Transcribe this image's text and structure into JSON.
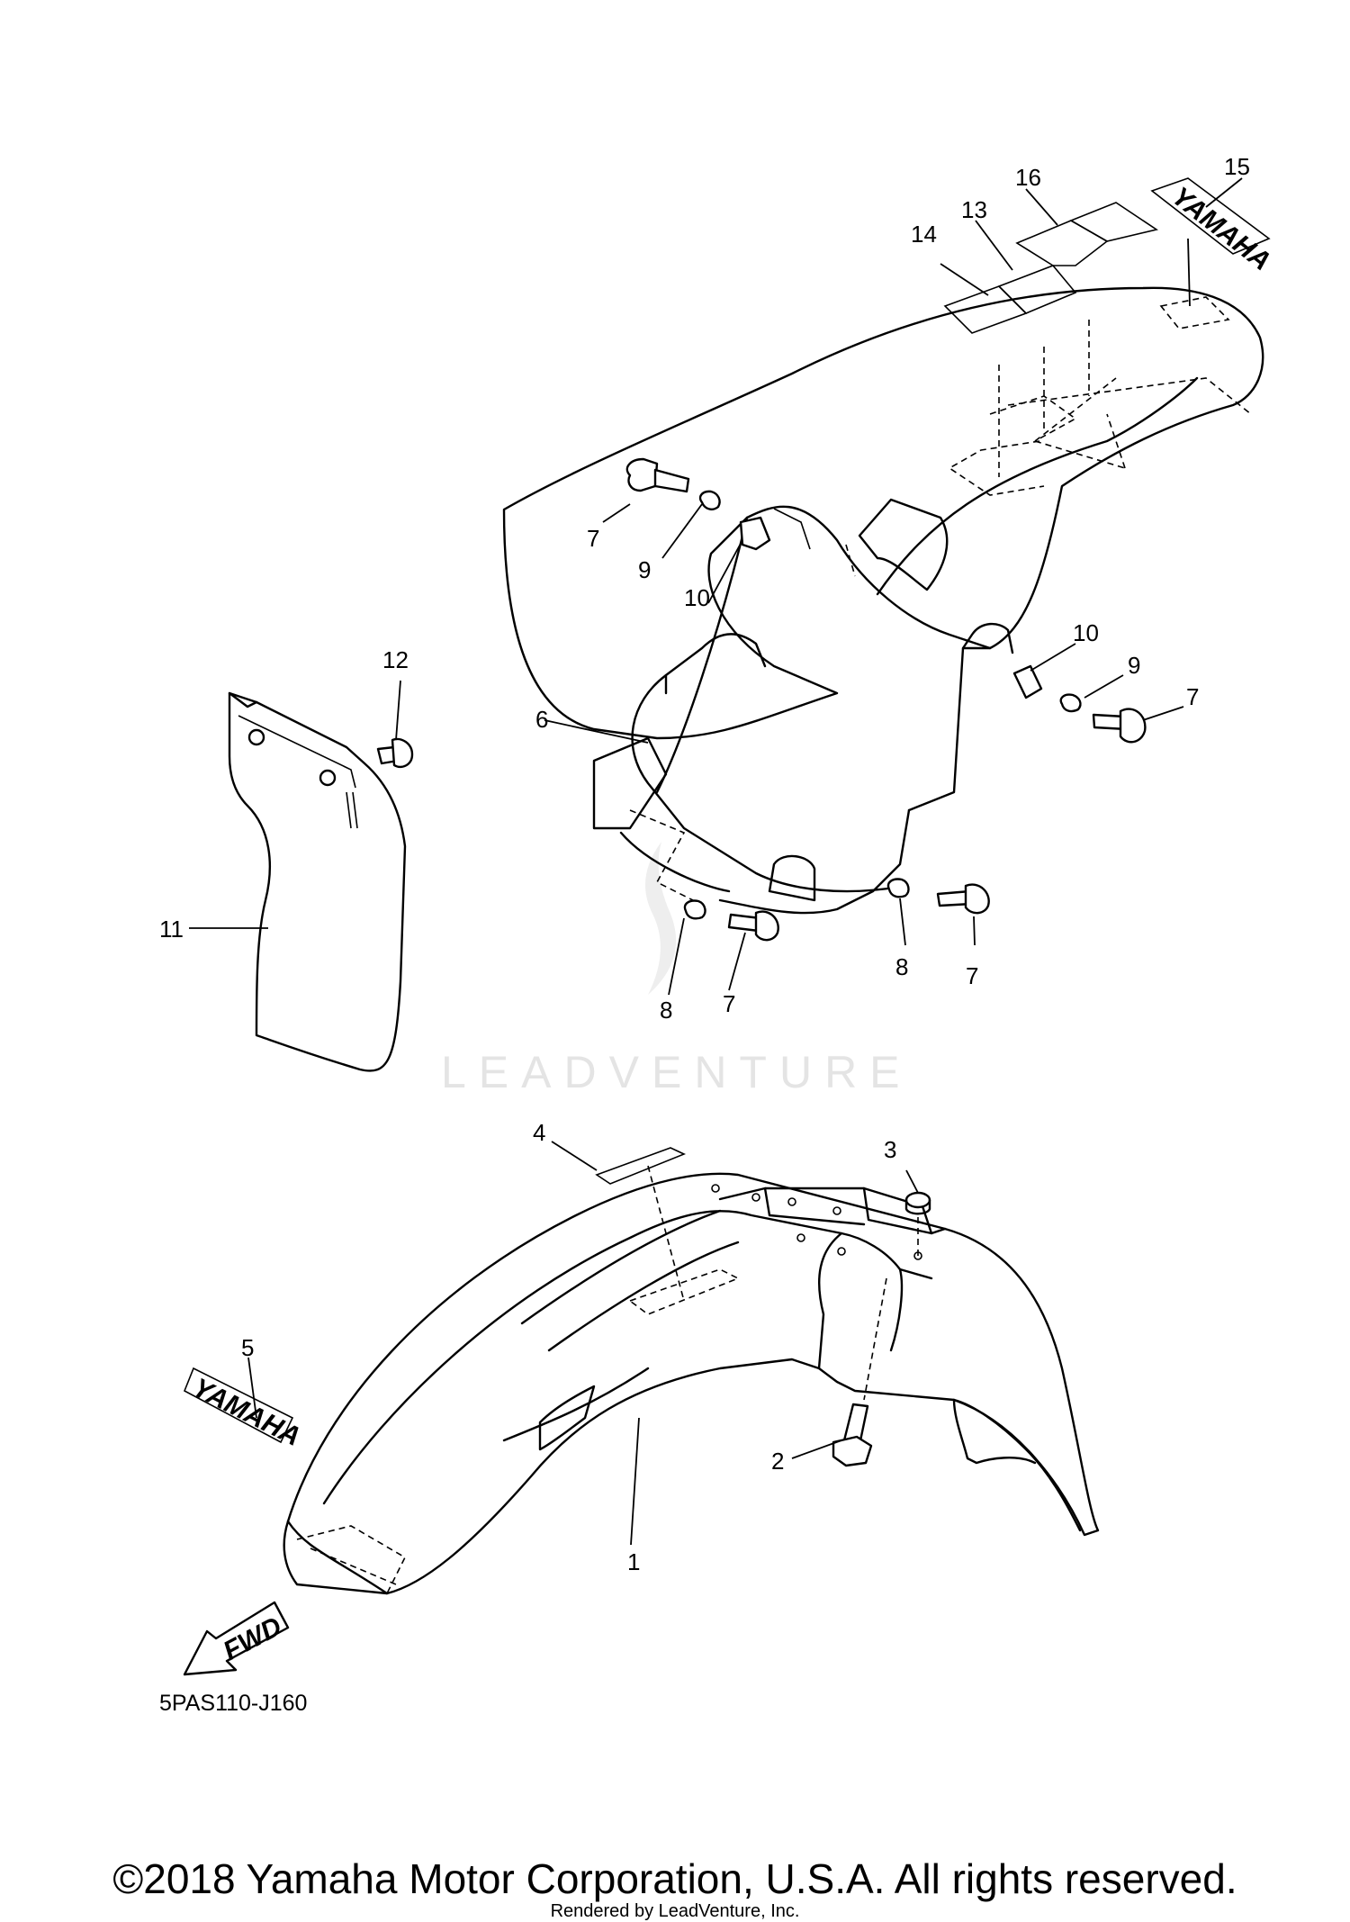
{
  "diagram": {
    "callouts": {
      "c1": "1",
      "c2": "2",
      "c3": "3",
      "c4": "4",
      "c5": "5",
      "c6": "6",
      "c7a": "7",
      "c7b": "7",
      "c7c": "7",
      "c7d": "7",
      "c8a": "8",
      "c8b": "8",
      "c9a": "9",
      "c9b": "9",
      "c10a": "10",
      "c10b": "10",
      "c11": "11",
      "c12": "12",
      "c13": "13",
      "c14": "14",
      "c15": "15",
      "c16": "16"
    },
    "decal_front_text": "YAMAHA",
    "decal_rear_text": "YAMAHA",
    "fwd_label": "FWD",
    "diagram_code": "5PAS110-J160",
    "watermark_text": "LEADVENTURE"
  },
  "footer": {
    "copyright": "©2018 Yamaha Motor Corporation, U.S.A. All rights reserved.",
    "rendered_by": "Rendered by LeadVenture, Inc."
  }
}
